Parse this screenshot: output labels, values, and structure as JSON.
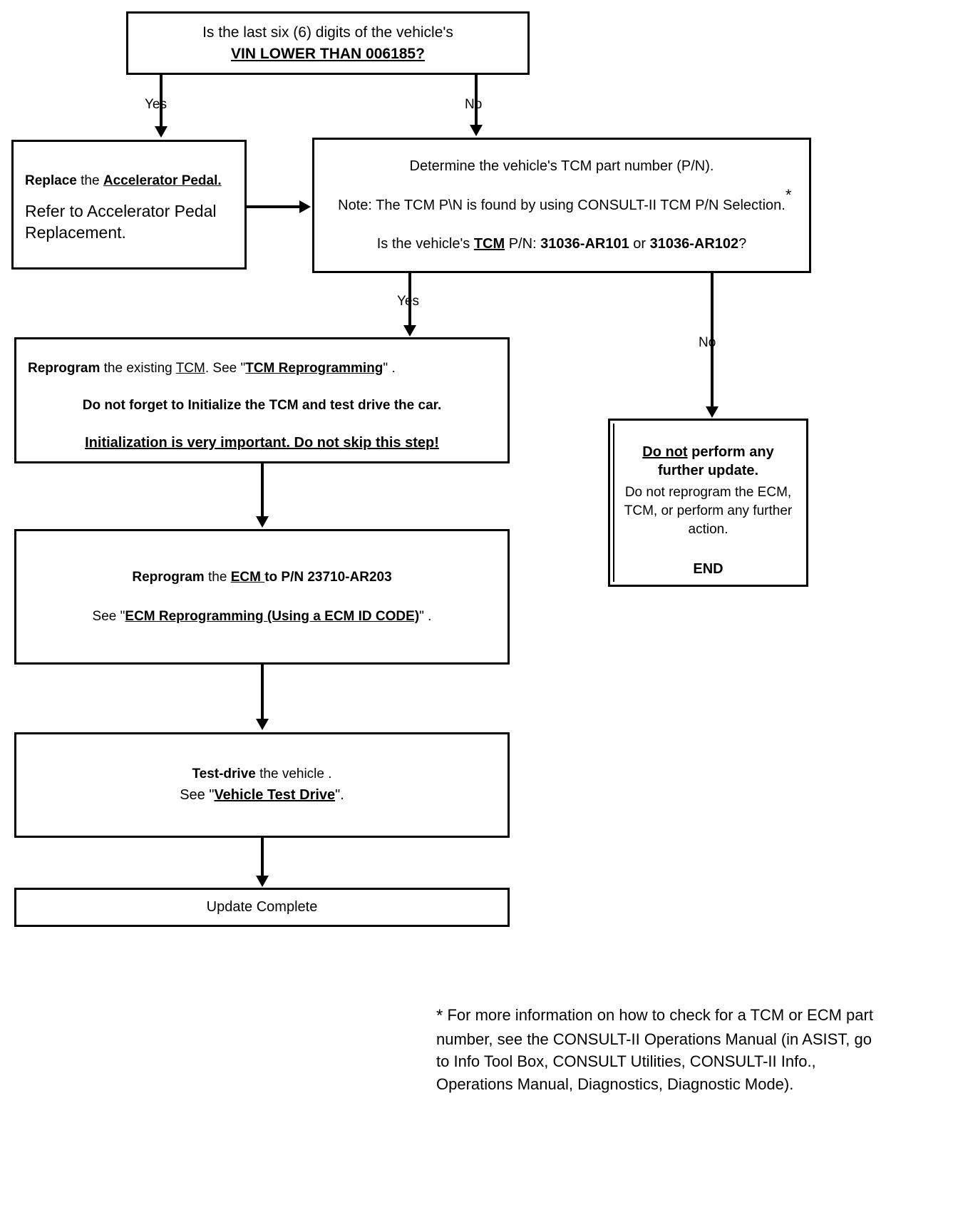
{
  "diagram": {
    "title": "TCM / ECM Reprogramming Decision Flowchart",
    "nodes": {
      "vin_check": {
        "line1": "Is the last six (6) digits of the vehicle's",
        "line2": "VIN LOWER THAN 006185?"
      },
      "replace_pedal": {
        "line1_bold": "Replace",
        "line1_mid": " the ",
        "line1_bold_underline": "Accelerator Pedal.",
        "line2": "Refer to Accelerator Pedal Replacement."
      },
      "tcm_part_number": {
        "line1": "Determine the vehicle's TCM part number (P/N).",
        "line2": "Note: The TCM P\\N is found by using CONSULT-II TCM P/N Selection.",
        "line2_marker": "*",
        "line3_pre": "Is the vehicle's ",
        "line3_tcm": "TCM",
        "line3_mid": " P/N: ",
        "line3_pn1": "31036-AR101",
        "line3_or": " or ",
        "line3_pn2": "31036-AR102",
        "line3_end": "?"
      },
      "reprogram_tcm": {
        "line1_bold": "Reprogram",
        "line1_mid": " the existing ",
        "line1_tcm": "TCM",
        "line1_see": ".  See \"",
        "line1_link": "TCM Reprogramming",
        "line1_end": "\" .",
        "line2": "Do not forget to Initialize the TCM and test drive the car.",
        "line3": "Initialization is very important.  Do not skip this step!"
      },
      "reprogram_ecm": {
        "line1_bold": "Reprogram",
        "line1_mid": " the ",
        "line1_ecm": "ECM ",
        "line1_end": "to P/N  23710-AR203",
        "line2_pre": "See \"",
        "line2_link": "ECM Reprogramming (Using a ECM ID CODE)",
        "line2_end": "\"  ."
      },
      "test_drive": {
        "line1_bold": "Test-drive",
        "line1_end": " the vehicle .",
        "line2_pre": "See \"",
        "line2_link": "Vehicle Test Drive",
        "line2_end": "\"."
      },
      "update_complete": {
        "line1": "Update Complete"
      },
      "end_no_update": {
        "line1_bold_underline": "Do not",
        "line1_rest": " perform any further update.",
        "line2": "Do not reprogram the ECM, TCM, or perform any further action.",
        "line3": "END"
      }
    },
    "edges": [
      {
        "from": "vin_check",
        "to": "replace_pedal",
        "label": "Yes"
      },
      {
        "from": "vin_check",
        "to": "tcm_part_number",
        "label": "No"
      },
      {
        "from": "replace_pedal",
        "to": "tcm_part_number",
        "label": ""
      },
      {
        "from": "tcm_part_number",
        "to": "reprogram_tcm",
        "label": "Yes"
      },
      {
        "from": "tcm_part_number",
        "to": "end_no_update",
        "label": "No"
      },
      {
        "from": "reprogram_tcm",
        "to": "reprogram_ecm",
        "label": ""
      },
      {
        "from": "reprogram_ecm",
        "to": "test_drive",
        "label": ""
      },
      {
        "from": "test_drive",
        "to": "update_complete",
        "label": ""
      }
    ],
    "edge_labels": {
      "yes_pedal": "Yes",
      "no_tcm": "No",
      "yes_reprogram": "Yes",
      "no_end": "No"
    },
    "footnote": {
      "marker": "*",
      "text": " For more information on how to check for a TCM or ECM part number, see the CONSULT-II Operations Manual (in ASIST, go to Info Tool Box, CONSULT Utilities, CONSULT-II Info., Operations Manual, Diagnostics, Diagnostic Mode)."
    },
    "colors": {
      "stroke": "#000000",
      "background": "#ffffff"
    }
  }
}
